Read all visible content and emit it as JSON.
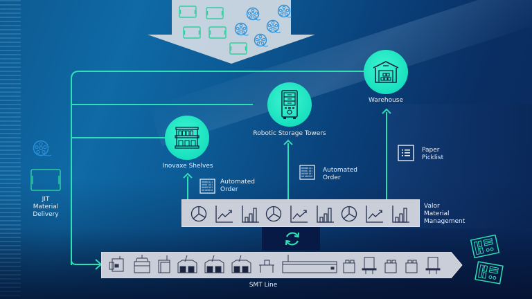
{
  "diagram": {
    "nodes": {
      "warehouse": {
        "label": "Warehouse",
        "icon": "warehouse-icon"
      },
      "robotic_storage": {
        "label": "Robotic Storage Towers",
        "icon": "storage-tower-icon"
      },
      "inovaxe": {
        "label": "Inovaxe Shelves",
        "icon": "shelves-icon"
      },
      "jit": {
        "label_line1": "JIT",
        "label_line2": "Material",
        "label_line3": "Delivery",
        "icons": [
          "reel-icon",
          "tray-icon"
        ]
      },
      "paper_picklist": {
        "label_line1": "Paper",
        "label_line2": "Picklist",
        "icon": "list-icon"
      },
      "automated_order_1": {
        "label_line1": "Automated",
        "label_line2": "Order",
        "icon": "binary-doc-icon"
      },
      "automated_order_2": {
        "label_line1": "Automated",
        "label_line2": "Order",
        "icon": "binary-doc-icon"
      },
      "valor": {
        "label_line1": "Valor",
        "label_line2": "Material",
        "label_line3": "Management",
        "icons": [
          "pie-chart-icon",
          "line-chart-icon",
          "bar-chart-icon",
          "pie-chart-icon",
          "line-chart-icon",
          "bar-chart-icon",
          "pie-chart-icon",
          "line-chart-icon",
          "bar-chart-icon"
        ]
      },
      "smt_line": {
        "label": "SMT Line",
        "machines": [
          "printer",
          "spi",
          "placement-small",
          "placement",
          "placement",
          "placement",
          "workbench",
          "reflow-oven",
          "aoi",
          "conveyor",
          "aoi",
          "aoi",
          "conveyor"
        ]
      },
      "incoming": {
        "icons": [
          "tray-icon",
          "tray-icon",
          "tray-icon",
          "tray-icon",
          "tray-icon",
          "reel-icon",
          "reel-icon",
          "reel-icon",
          "reel-icon",
          "reel-icon"
        ]
      },
      "pcb": {
        "icons": [
          "pcb-icon",
          "pcb-icon"
        ]
      }
    },
    "colors": {
      "accent": "#2de0b6",
      "circle": "#1fe3c2",
      "box": "#c9ced8",
      "icon_stroke": "#1d2a4a",
      "reel": "#2a8fd8",
      "background": "#0c4f8a"
    }
  }
}
